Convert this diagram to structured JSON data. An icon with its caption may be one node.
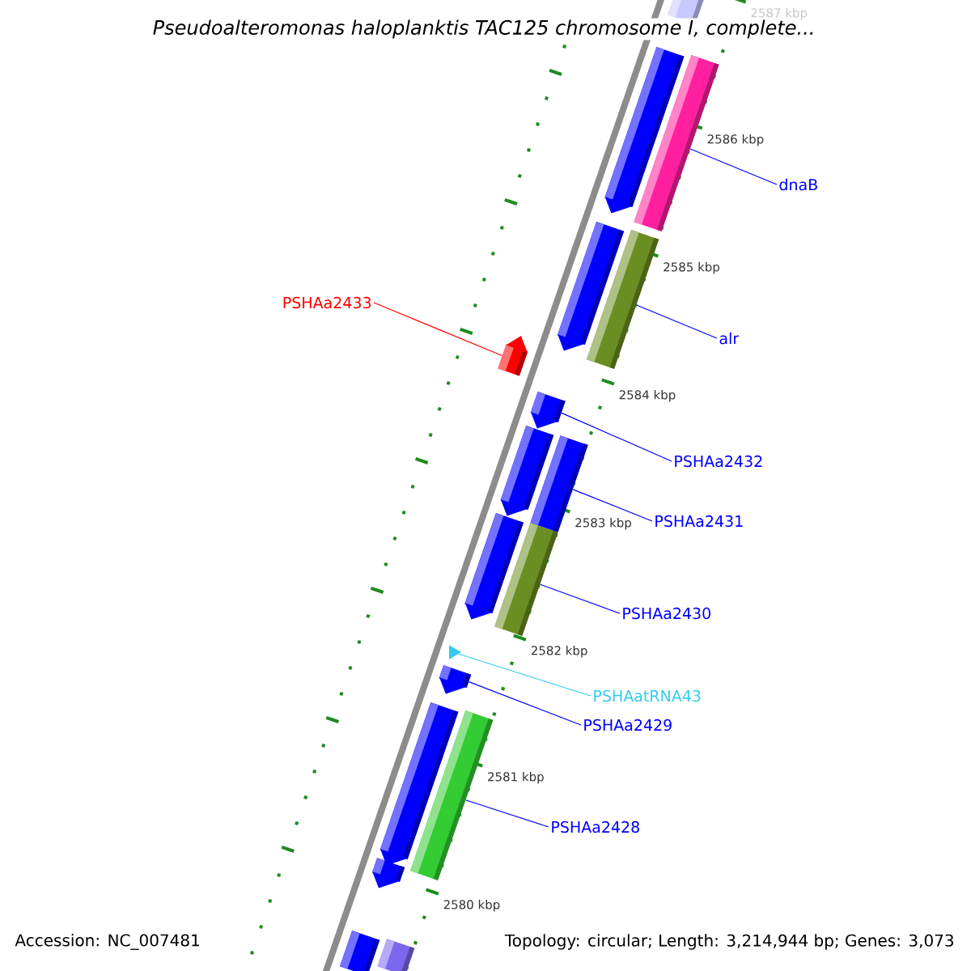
{
  "diagram": {
    "title": "Pseudoalteromonas haloplanktis TAC125 chromosome I, complete...",
    "nodes": [
      {
        "text": [],
        "shape": "bar"
      },
      {
        "text": [],
        "shape": "bar"
      },
      {
        "text": [],
        "shape": "bar"
      },
      {
        "text": [
          "dnaB"
        ]
      },
      {
        "text": [],
        "shape": "bar"
      },
      {
        "text": [],
        "shape": "bar"
      },
      {
        "text": [
          "PSHAa2433"
        ]
      },
      {
        "text": [
          "alr"
        ]
      },
      {
        "text": [],
        "shape": "bar"
      },
      {
        "text": [],
        "shape": "bar"
      },
      {
        "text": [],
        "shape": "bar"
      },
      {
        "text": [],
        "shape": "bar"
      },
      {
        "text": [
          "PSHAa2432"
        ]
      },
      {
        "text": [
          "PSHAa2431"
        ]
      },
      {
        "text": [],
        "shape": "bar"
      },
      {
        "text": [],
        "shape": "bar"
      },
      {
        "text": [
          "PSHAa2430"
        ]
      },
      {
        "text": [],
        "shape": "triangle"
      },
      {
        "text": [],
        "shape": "bar"
      },
      {
        "text": [
          "PSHAatRNA43"
        ]
      },
      {
        "text": [
          "PSHAa2429"
        ]
      },
      {
        "text": [],
        "shape": "bar"
      },
      {
        "text": [],
        "shape": "bar"
      },
      {
        "text": [
          "PSHAa2428"
        ]
      },
      {
        "text": [],
        "shape": "bar"
      },
      {
        "text": [],
        "shape": "bar"
      },
      {
        "text": [],
        "shape": "bar"
      }
    ],
    "edges": [
      {
        "from": 3,
        "to": 2,
        "arrow": "none"
      },
      {
        "from": 6,
        "to": 8,
        "arrow": "none",
        "color": "#ff0000"
      },
      {
        "from": 7,
        "to": 5,
        "arrow": "none"
      },
      {
        "from": 12,
        "to": 9,
        "arrow": "none"
      },
      {
        "from": 13,
        "to": 11,
        "arrow": "none"
      },
      {
        "from": 16,
        "to": 15,
        "arrow": "none"
      },
      {
        "from": 19,
        "to": 17,
        "arrow": "none",
        "color": "#33ccee"
      },
      {
        "from": 20,
        "to": 18,
        "arrow": "none"
      },
      {
        "from": 23,
        "to": 22,
        "arrow": "none"
      }
    ],
    "labels": [
      "2587 kbp",
      "2586 kbp",
      "2585 kbp",
      "2584 kbp",
      "2583 kbp",
      "2582 kbp",
      "2581 kbp",
      "2580 kbp",
      "Accession: NC_007481",
      "Topology: circular; Length: 3,214,944 bp; Genes: 3,073"
    ]
  }
}
